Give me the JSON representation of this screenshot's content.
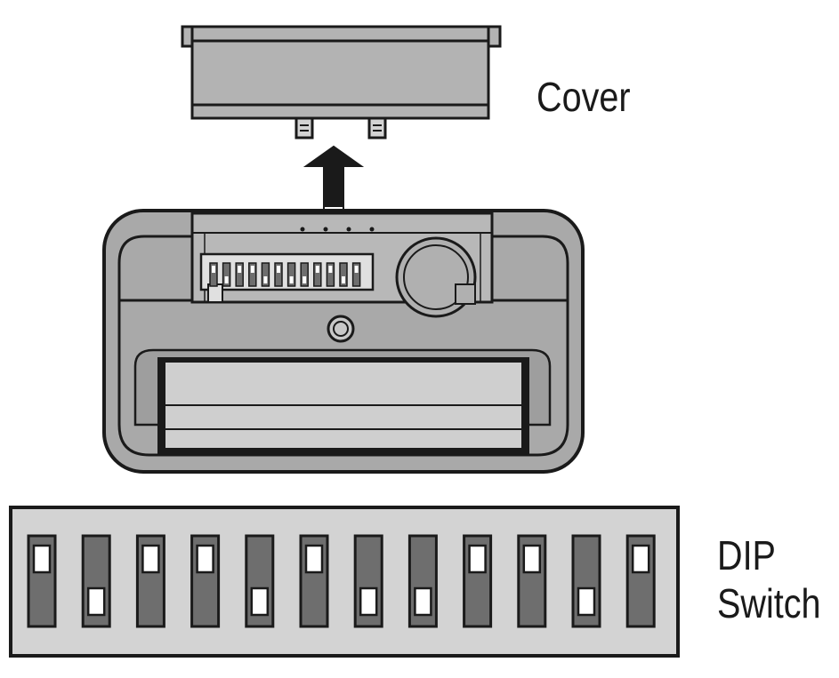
{
  "labels": {
    "cover": "Cover",
    "dip_line1": "DIP",
    "dip_line2": "Switch"
  },
  "colors": {
    "outline": "#1a1a1a",
    "body_fill": "#a9a9a9",
    "cover_fill": "#b3b3b3",
    "panel_fill": "#d3d3d3",
    "slot_fill": "#6e6e6e",
    "knob_fill": "#ffffff"
  },
  "dip_switch": {
    "count": 12,
    "positions": [
      "up",
      "down",
      "up",
      "up",
      "down",
      "up",
      "down",
      "down",
      "up",
      "up",
      "down",
      "up"
    ]
  }
}
